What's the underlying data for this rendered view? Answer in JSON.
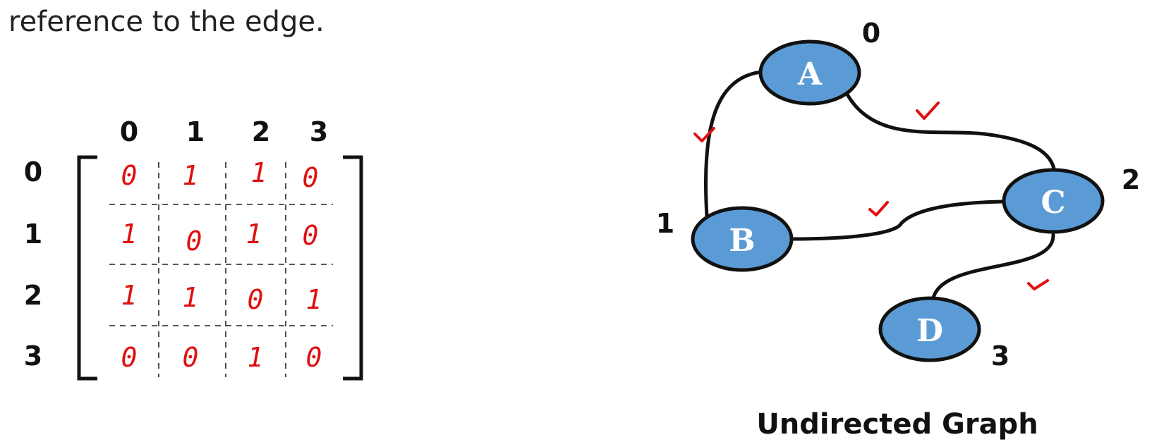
{
  "intro_text": "reference to the edge.",
  "matrix": {
    "col_headers": [
      "0",
      "1",
      "2",
      "3"
    ],
    "row_headers": [
      "0",
      "1",
      "2",
      "3"
    ],
    "cells": [
      [
        "0",
        "1",
        "1",
        "0"
      ],
      [
        "1",
        "0",
        "1",
        "0"
      ],
      [
        "1",
        "1",
        "0",
        "1"
      ],
      [
        "0",
        "0",
        "1",
        "0"
      ]
    ]
  },
  "graph": {
    "nodes": [
      {
        "id": "A",
        "label": "A",
        "index": "0"
      },
      {
        "id": "B",
        "label": "B",
        "index": "1"
      },
      {
        "id": "C",
        "label": "C",
        "index": "2"
      },
      {
        "id": "D",
        "label": "D",
        "index": "3"
      }
    ],
    "edges": [
      {
        "from": "A",
        "to": "B",
        "checked": true
      },
      {
        "from": "A",
        "to": "C",
        "checked": true
      },
      {
        "from": "B",
        "to": "C",
        "checked": true
      },
      {
        "from": "C",
        "to": "D",
        "checked": true
      }
    ],
    "caption": "Undirected Graph"
  },
  "colors": {
    "node_fill": "#5b9bd5",
    "node_stroke": "#111111",
    "ink_red": "#e01010"
  }
}
